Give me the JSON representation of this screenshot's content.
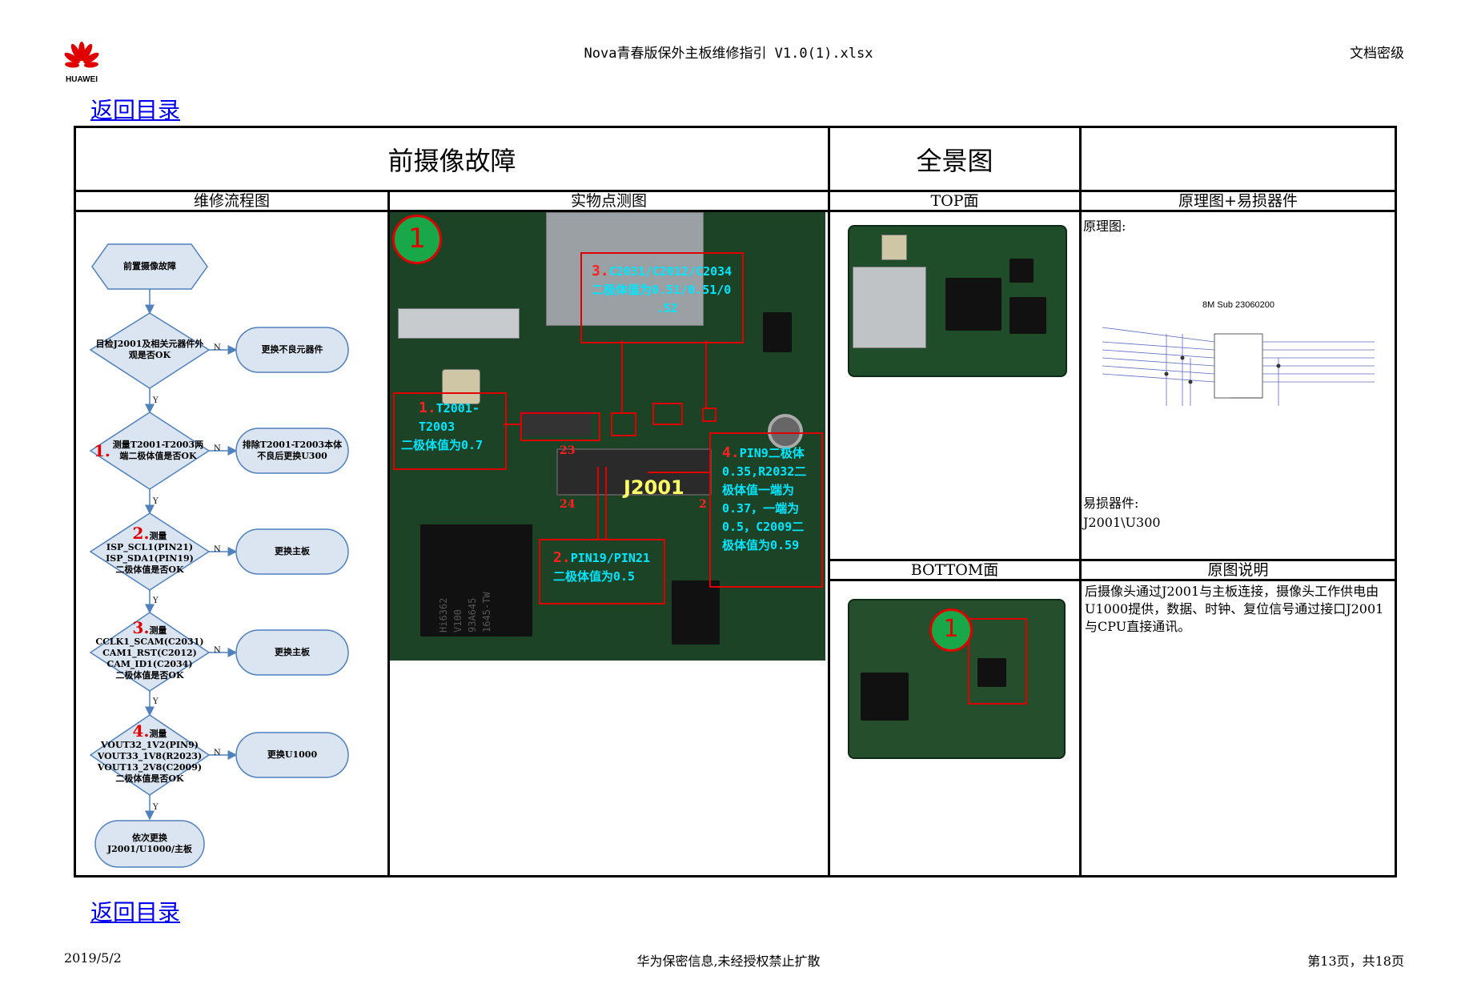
{
  "header": {
    "logo_text": "HUAWEI",
    "file_title": "Nova青春版保外主板维修指引 V1.0(1).xlsx",
    "classification": "文档密级"
  },
  "links": {
    "back_to_toc": "返回目录"
  },
  "table": {
    "title_main": "前摄像故障",
    "title_panorama": "全景图",
    "col_flowchart": "维修流程图",
    "col_photo": "实物点测图",
    "col_top": "TOP面",
    "col_schematic": "原理图+易损器件",
    "col_bottom": "BOTTOM面",
    "col_desc": "原图说明"
  },
  "flowchart": {
    "start": "前置摄像故障",
    "step0": "目检J2001及相关元器件外观是否OK",
    "action0": "更换不良元器件",
    "step1_num": "1.",
    "step1": "测量T2001-T2003两端二极体值是否OK",
    "action1": "排除T2001-T2003本体不良后更换U300",
    "step2_num": "2.",
    "step2_lines": [
      "测量",
      "ISP_SCL1(PIN21)",
      "ISP_SDA1(PIN19)",
      "二极体值是否OK"
    ],
    "action2": "更换主板",
    "step3_num": "3.",
    "step3_lines": [
      "测量",
      "CCLK1_SCAM(C2031)",
      "CAM1_RST(C2012)",
      "CAM_ID1(C2034)",
      "二极体值是否OK"
    ],
    "action3": "更换主板",
    "step4_num": "4.",
    "step4_lines": [
      "测量",
      "VOUT32_1V2(PIN9)",
      "VOUT33_1V8(R2023)",
      "VOUT13_2V8(C2009)",
      "二极体值是否OK"
    ],
    "action4": "更换U1000",
    "end": "依次更换J2001/U1000/主板",
    "yes": "Y",
    "no": "N"
  },
  "photo": {
    "marker": "1",
    "callout1_num": "1.",
    "callout1_lines": [
      "T2001-",
      "T2003",
      "二极体值为0.7"
    ],
    "callout2_num": "2.",
    "callout2_lines": [
      "PIN19/PIN21",
      "二极体值为0.5"
    ],
    "callout3_num": "3.",
    "callout3_lines": [
      "C2031/C2012/C2034",
      "二极体值为0.51/0.51/0",
      ".52"
    ],
    "callout4_num": "4.",
    "callout4_lines": [
      "PIN9二极体",
      "0.35,R2032二",
      "极体值一端为",
      "0.37，一端为",
      "0.5，C2009二",
      "极体值为0.59"
    ],
    "connector": "J2001",
    "pin23": "23",
    "pin24": "24",
    "pin2": "2",
    "chip_text": [
      "Hi6362",
      "V100",
      "93A645",
      "1645-TW"
    ]
  },
  "schematic": {
    "label": "原理图:",
    "diagram_title": "8M Sub 23060200",
    "vulnerable_label": "易损器件:",
    "vulnerable_parts": "J2001\\U300"
  },
  "bottom": {
    "marker": "1"
  },
  "description": "后摄像头通过J2001与主板连接，摄像头工作供电由U1000提供，数据、时钟、复位信号通过接口J2001与CPU直接通讯。",
  "footer": {
    "date": "2019/5/2",
    "confidential": "华为保密信息,未经授权禁止扩散",
    "page": "第13页，共18页"
  },
  "colors": {
    "link": "#0000ee",
    "callout_red": "#e00000",
    "callout_text": "#00e6ff",
    "flow_fill": "#dbe5f1",
    "flow_stroke": "#4f81bd",
    "pcb": "#214a2a"
  }
}
